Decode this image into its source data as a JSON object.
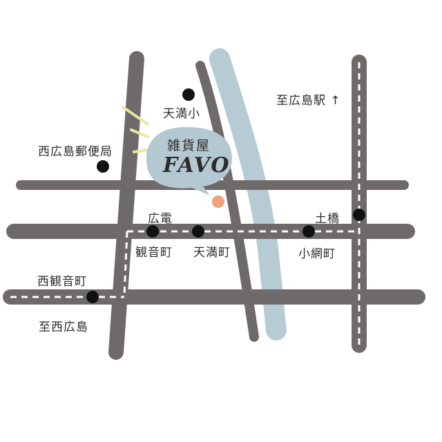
{
  "shop": {
    "category": "雑貨屋",
    "name": "FAVO"
  },
  "labels": {
    "tenma_elementary": "天満小",
    "nishi_hiroshima_post_office": "西広島郵便局",
    "to_hiroshima_station": "至広島駅",
    "to_hiroshima_station_arrow": "↑",
    "hiroden": "広電",
    "kannonmachi": "観音町",
    "tenmacho": "天満町",
    "dobashi": "土橋",
    "onawacho": "小網町",
    "nishi_kannonmachi": "西観音町",
    "to_nishi_hiroshima": "至西広島"
  },
  "colors": {
    "road": "#6f6a6a",
    "river": "#b7cbd5",
    "bubble": "#b4c8d2",
    "marker": "#f0a07a",
    "stop": "#111111",
    "rail_dash": "#ffffff",
    "highlight": "#e9e6a0"
  }
}
